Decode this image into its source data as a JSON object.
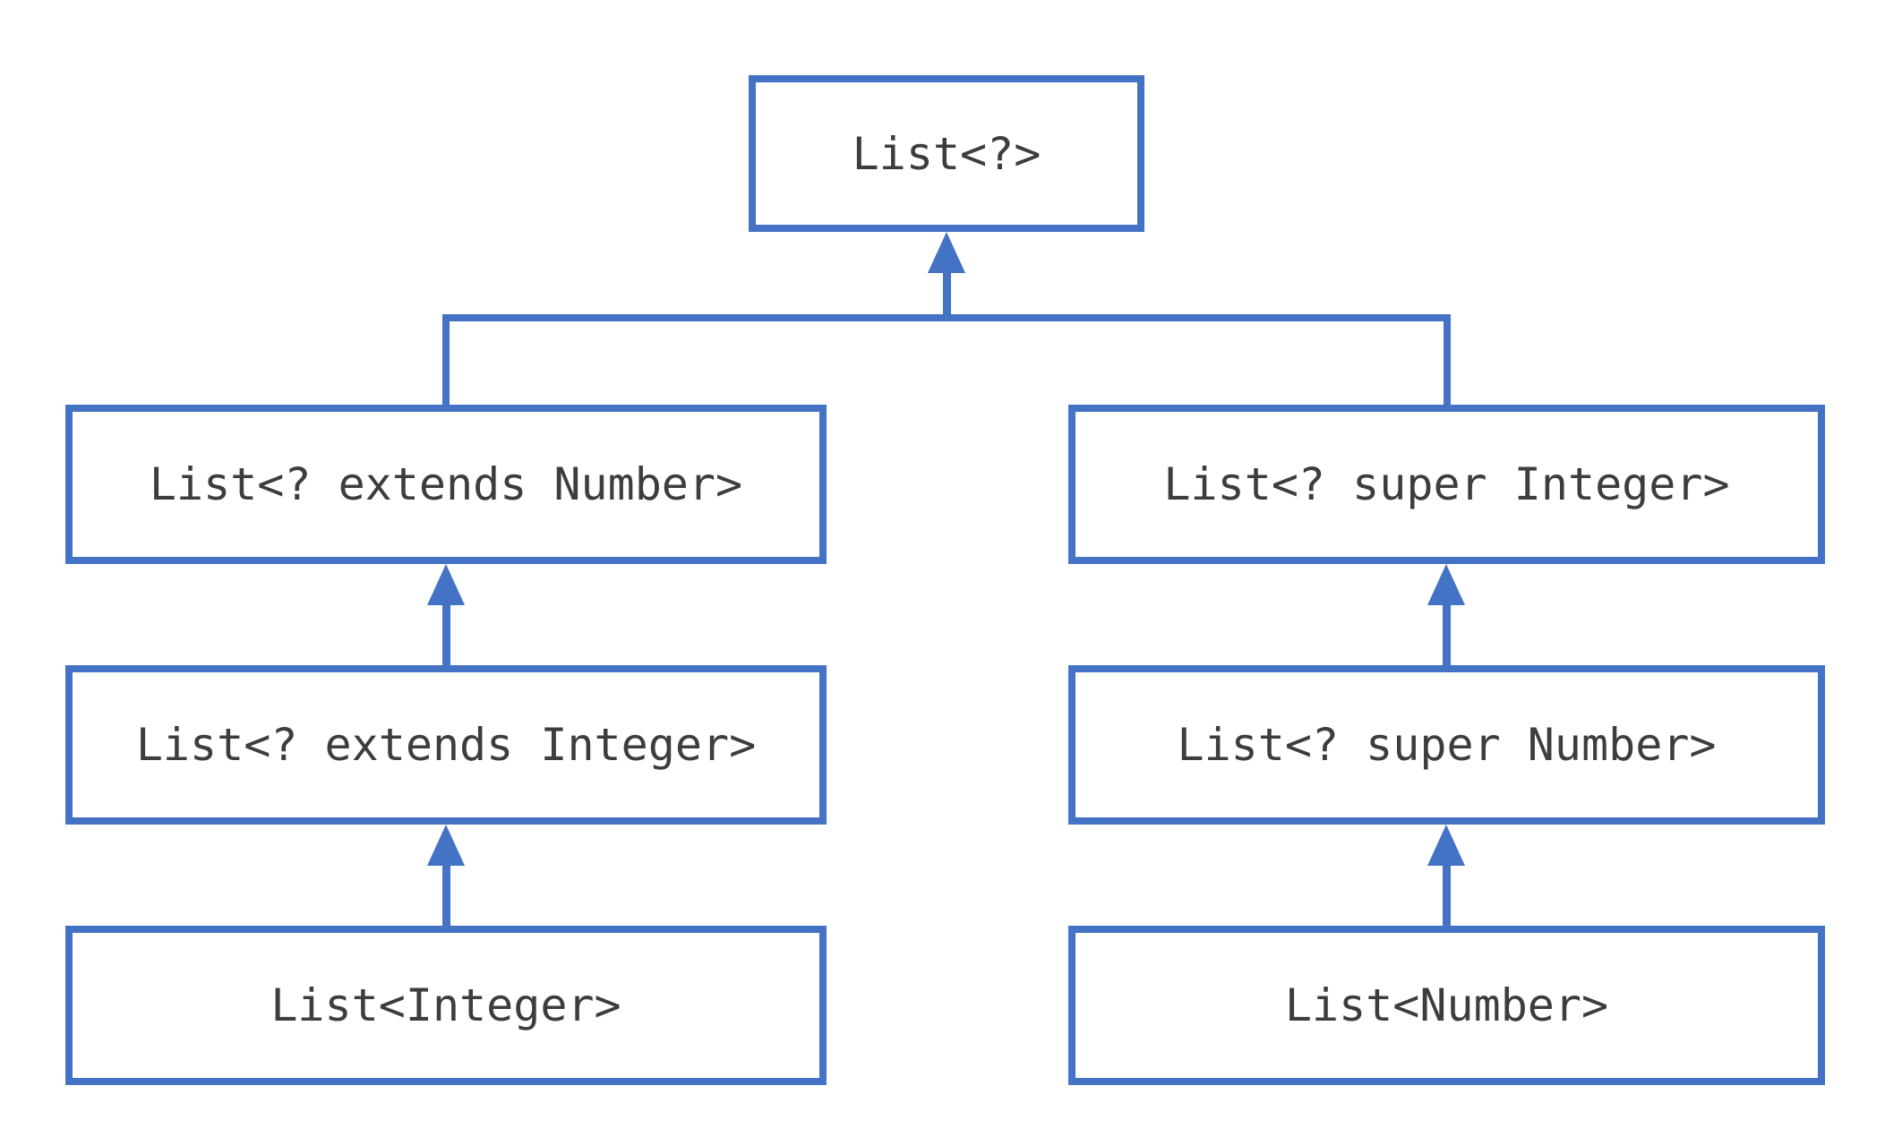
{
  "colors": {
    "line": "#4472C4",
    "text": "#3d3d3d",
    "background": "#ffffff"
  },
  "diagram": {
    "root": {
      "label": "List<?>"
    },
    "left_branch": [
      {
        "id": "extends-number",
        "label": "List<? extends Number>"
      },
      {
        "id": "extends-integer",
        "label": "List<? extends Integer>"
      },
      {
        "id": "integer",
        "label": "List<Integer>"
      }
    ],
    "right_branch": [
      {
        "id": "super-integer",
        "label": "List<? super Integer>"
      },
      {
        "id": "super-number",
        "label": "List<? super Number>"
      },
      {
        "id": "number",
        "label": "List<Number>"
      }
    ]
  }
}
